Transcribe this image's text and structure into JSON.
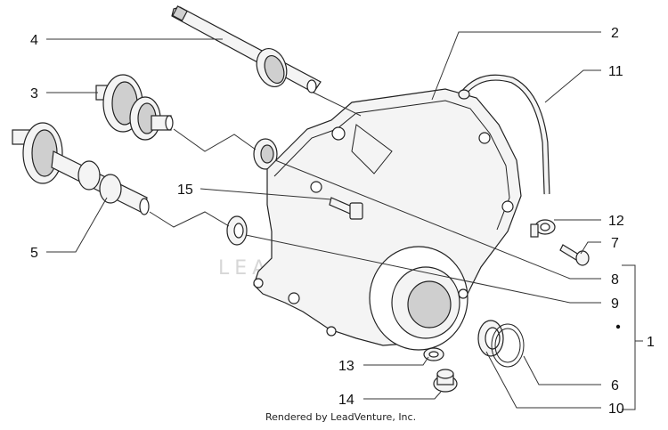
{
  "callouts": [
    {
      "id": "c1",
      "label": "1"
    },
    {
      "id": "c2",
      "label": "2"
    },
    {
      "id": "c3",
      "label": "3"
    },
    {
      "id": "c4",
      "label": "4"
    },
    {
      "id": "c5",
      "label": "5"
    },
    {
      "id": "c6",
      "label": "6"
    },
    {
      "id": "c7",
      "label": "7"
    },
    {
      "id": "c8",
      "label": "8"
    },
    {
      "id": "c9",
      "label": "9"
    },
    {
      "id": "c10",
      "label": "10"
    },
    {
      "id": "c11",
      "label": "11"
    },
    {
      "id": "c12",
      "label": "12"
    },
    {
      "id": "c13",
      "label": "13"
    },
    {
      "id": "c14",
      "label": "14"
    },
    {
      "id": "c15",
      "label": "15"
    }
  ],
  "watermark": "LEADVENTURE",
  "footer": "Rendered by LeadVenture, Inc."
}
